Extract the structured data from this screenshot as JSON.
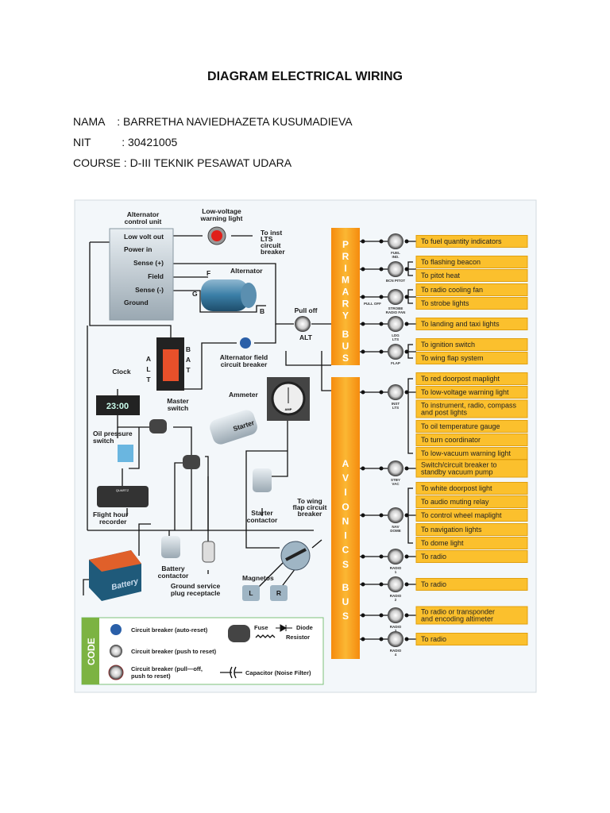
{
  "document": {
    "title": "DIAGRAM ELECTRICAL WIRING",
    "name_line": "NAMA    : BARRETHA NAVIEDHAZETA KUSUMADIEVA",
    "nit_line": "NIT          : 30421005",
    "course_line": "COURSE : D-III TEKNIK PESAWAT UDARA"
  },
  "diagram": {
    "colors": {
      "bus": "#f7a21b",
      "label_box": "#fbc02d",
      "background": "#f3f7fa",
      "legend_border": "#7cc07a",
      "legend_tab": "#7cb342"
    },
    "acu": {
      "title1": "Alternator",
      "title2": "control unit",
      "pins": [
        "Low volt out",
        "Power in",
        "Sense (+)",
        "Field",
        "Sense (-)",
        "Ground"
      ]
    },
    "lv_light": {
      "l1": "Low-voltage",
      "l2": "warning light"
    },
    "to_inst": {
      "l1": "To inst",
      "l2": "LTS",
      "l3": "circuit",
      "l4": "breaker"
    },
    "alternator": {
      "label": "Alternator",
      "f": "F",
      "g": "G",
      "b": "B"
    },
    "pull_off": {
      "l1": "Pull off",
      "l2": "ALT"
    },
    "alt_field_cb": {
      "l1": "Alternator field",
      "l2": "circuit breaker"
    },
    "master": {
      "alt": [
        "A",
        "L",
        "T"
      ],
      "bat": [
        "B",
        "A",
        "T"
      ],
      "l1": "Master",
      "l2": "switch"
    },
    "clock": {
      "label": "Clock",
      "display": "23:00"
    },
    "ammeter": {
      "label": "Ammeter",
      "unit": "AMP"
    },
    "oil_switch": {
      "l1": "Oil pressure",
      "l2": "switch"
    },
    "starter": {
      "label": "Starter"
    },
    "starter_contactor": {
      "l1": "Starter",
      "l2": "contactor"
    },
    "flight_hour": {
      "l1": "Flight hour",
      "l2": "recorder",
      "brand": "QUARTZ"
    },
    "to_wing_flap": {
      "l1": "To wing",
      "l2": "flap circuit",
      "l3": "breaker"
    },
    "battery": {
      "label": "Battery"
    },
    "battery_contactor": {
      "l1": "Battery",
      "l2": "contactor"
    },
    "ground_plug": {
      "l1": "Ground service",
      "l2": "plug receptacle"
    },
    "magnetos": {
      "label": "Magnetos",
      "left": "L",
      "right": "R"
    },
    "primary_bus": {
      "label": "PRIMARY BUS"
    },
    "avionics_bus": {
      "label": "AVIONICS BUS"
    },
    "pull_off_small": "PULL OFF",
    "breakers": [
      {
        "label": "FUEL IND.",
        "items": [
          "To fuel quantity indicators"
        ]
      },
      {
        "label": "BCN PITOT",
        "items": [
          "To flashing beacon",
          "To pitot heat"
        ]
      },
      {
        "label": "STROBE RADIO FAN",
        "items": [
          "To radio cooling fan",
          "To strobe lights"
        ]
      },
      {
        "label": "LDG LTS",
        "items": [
          "To landing and taxi lights"
        ]
      },
      {
        "label": "FLAP",
        "items": [
          "To ignition switch",
          "To wing flap system"
        ]
      },
      {
        "label": "INST LTS",
        "items": [
          "To red doorpost maplight",
          "To low-voltage warning light",
          "To instrument, radio, compass|and post lights",
          "To oil temperature gauge",
          "To turn coordinator",
          "To low-vacuum warning light"
        ]
      },
      {
        "label": "STBY VAC",
        "items": [
          "Switch/circuit breaker to|standby vacuum pump"
        ]
      },
      {
        "label": "NAV DOME",
        "items": [
          "To white doorpost light",
          "To audio muting relay",
          "To control wheel maplight",
          "To navigation lights",
          "To dome light"
        ]
      },
      {
        "label": "RADIO 1",
        "items": [
          "To radio"
        ]
      },
      {
        "label": "RADIO 2",
        "items": [
          "To radio"
        ]
      },
      {
        "label": "RADIO 3",
        "items": [
          "To radio or transponder|and encoding altimeter"
        ]
      },
      {
        "label": "RADIO 4",
        "items": [
          "To radio"
        ]
      }
    ],
    "legend": {
      "tab": "CODE",
      "cb_auto": "Circuit breaker (auto-reset)",
      "cb_push": "Circuit breaker (push to reset)",
      "cb_pull1": "Circuit breaker (pull—off,",
      "cb_pull2": "push to reset)",
      "fuse": "Fuse",
      "diode": "Diode",
      "resistor": "Resistor",
      "capacitor": "Capacitor (Noise Filter)"
    }
  }
}
